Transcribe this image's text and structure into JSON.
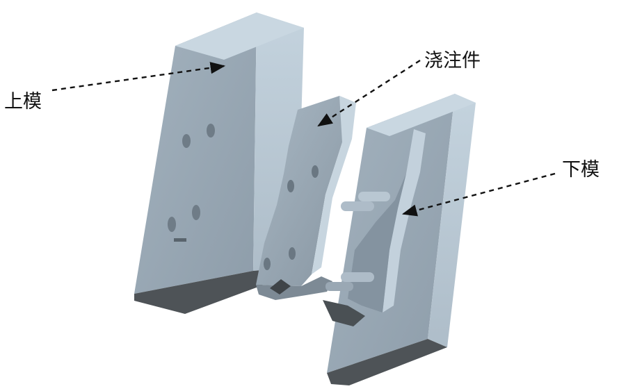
{
  "figure": {
    "labels": {
      "upper_mold": "上模",
      "casting": "浇注件",
      "lower_mold": "下模"
    },
    "colors": {
      "face_light": "#b7c6d2",
      "face_mid": "#97a6b2",
      "face_dark": "#4c5155",
      "arrow": "#111111"
    }
  }
}
